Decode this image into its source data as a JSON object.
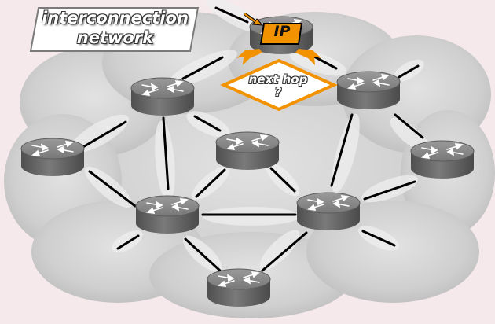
{
  "title": {
    "line1": "interconnection",
    "line2": "network"
  },
  "packet": {
    "label": "IP"
  },
  "decision": {
    "line1": "next hop",
    "line2": "?"
  },
  "colors": {
    "accent_orange": "#f39200",
    "router_body": "#6e6e6e",
    "router_top": "#8a8a8a",
    "cloud": "#d8d8d8",
    "link": "#000000",
    "background": "#f6e9ec"
  },
  "icons": {
    "router": "router-icon",
    "arrow": "arrow-icon"
  }
}
